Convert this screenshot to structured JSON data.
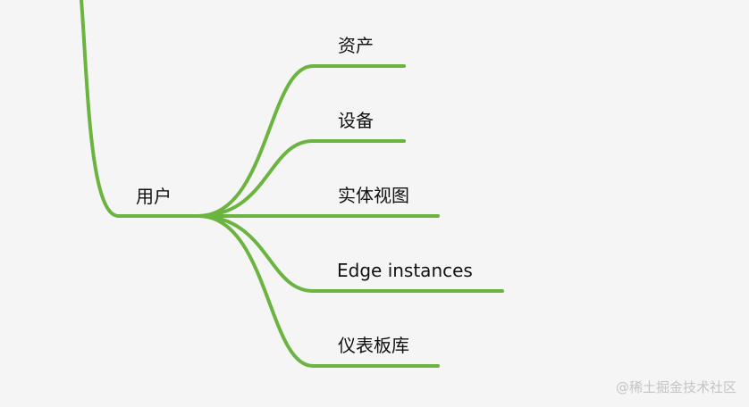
{
  "mindmap": {
    "branch_color": "#6bb43f",
    "root": {
      "label": "用户"
    },
    "children": [
      {
        "label": "资产"
      },
      {
        "label": "设备"
      },
      {
        "label": "实体视图"
      },
      {
        "label": "Edge instances"
      },
      {
        "label": "仪表板库"
      }
    ]
  },
  "watermark": "@稀土掘金技术社区"
}
